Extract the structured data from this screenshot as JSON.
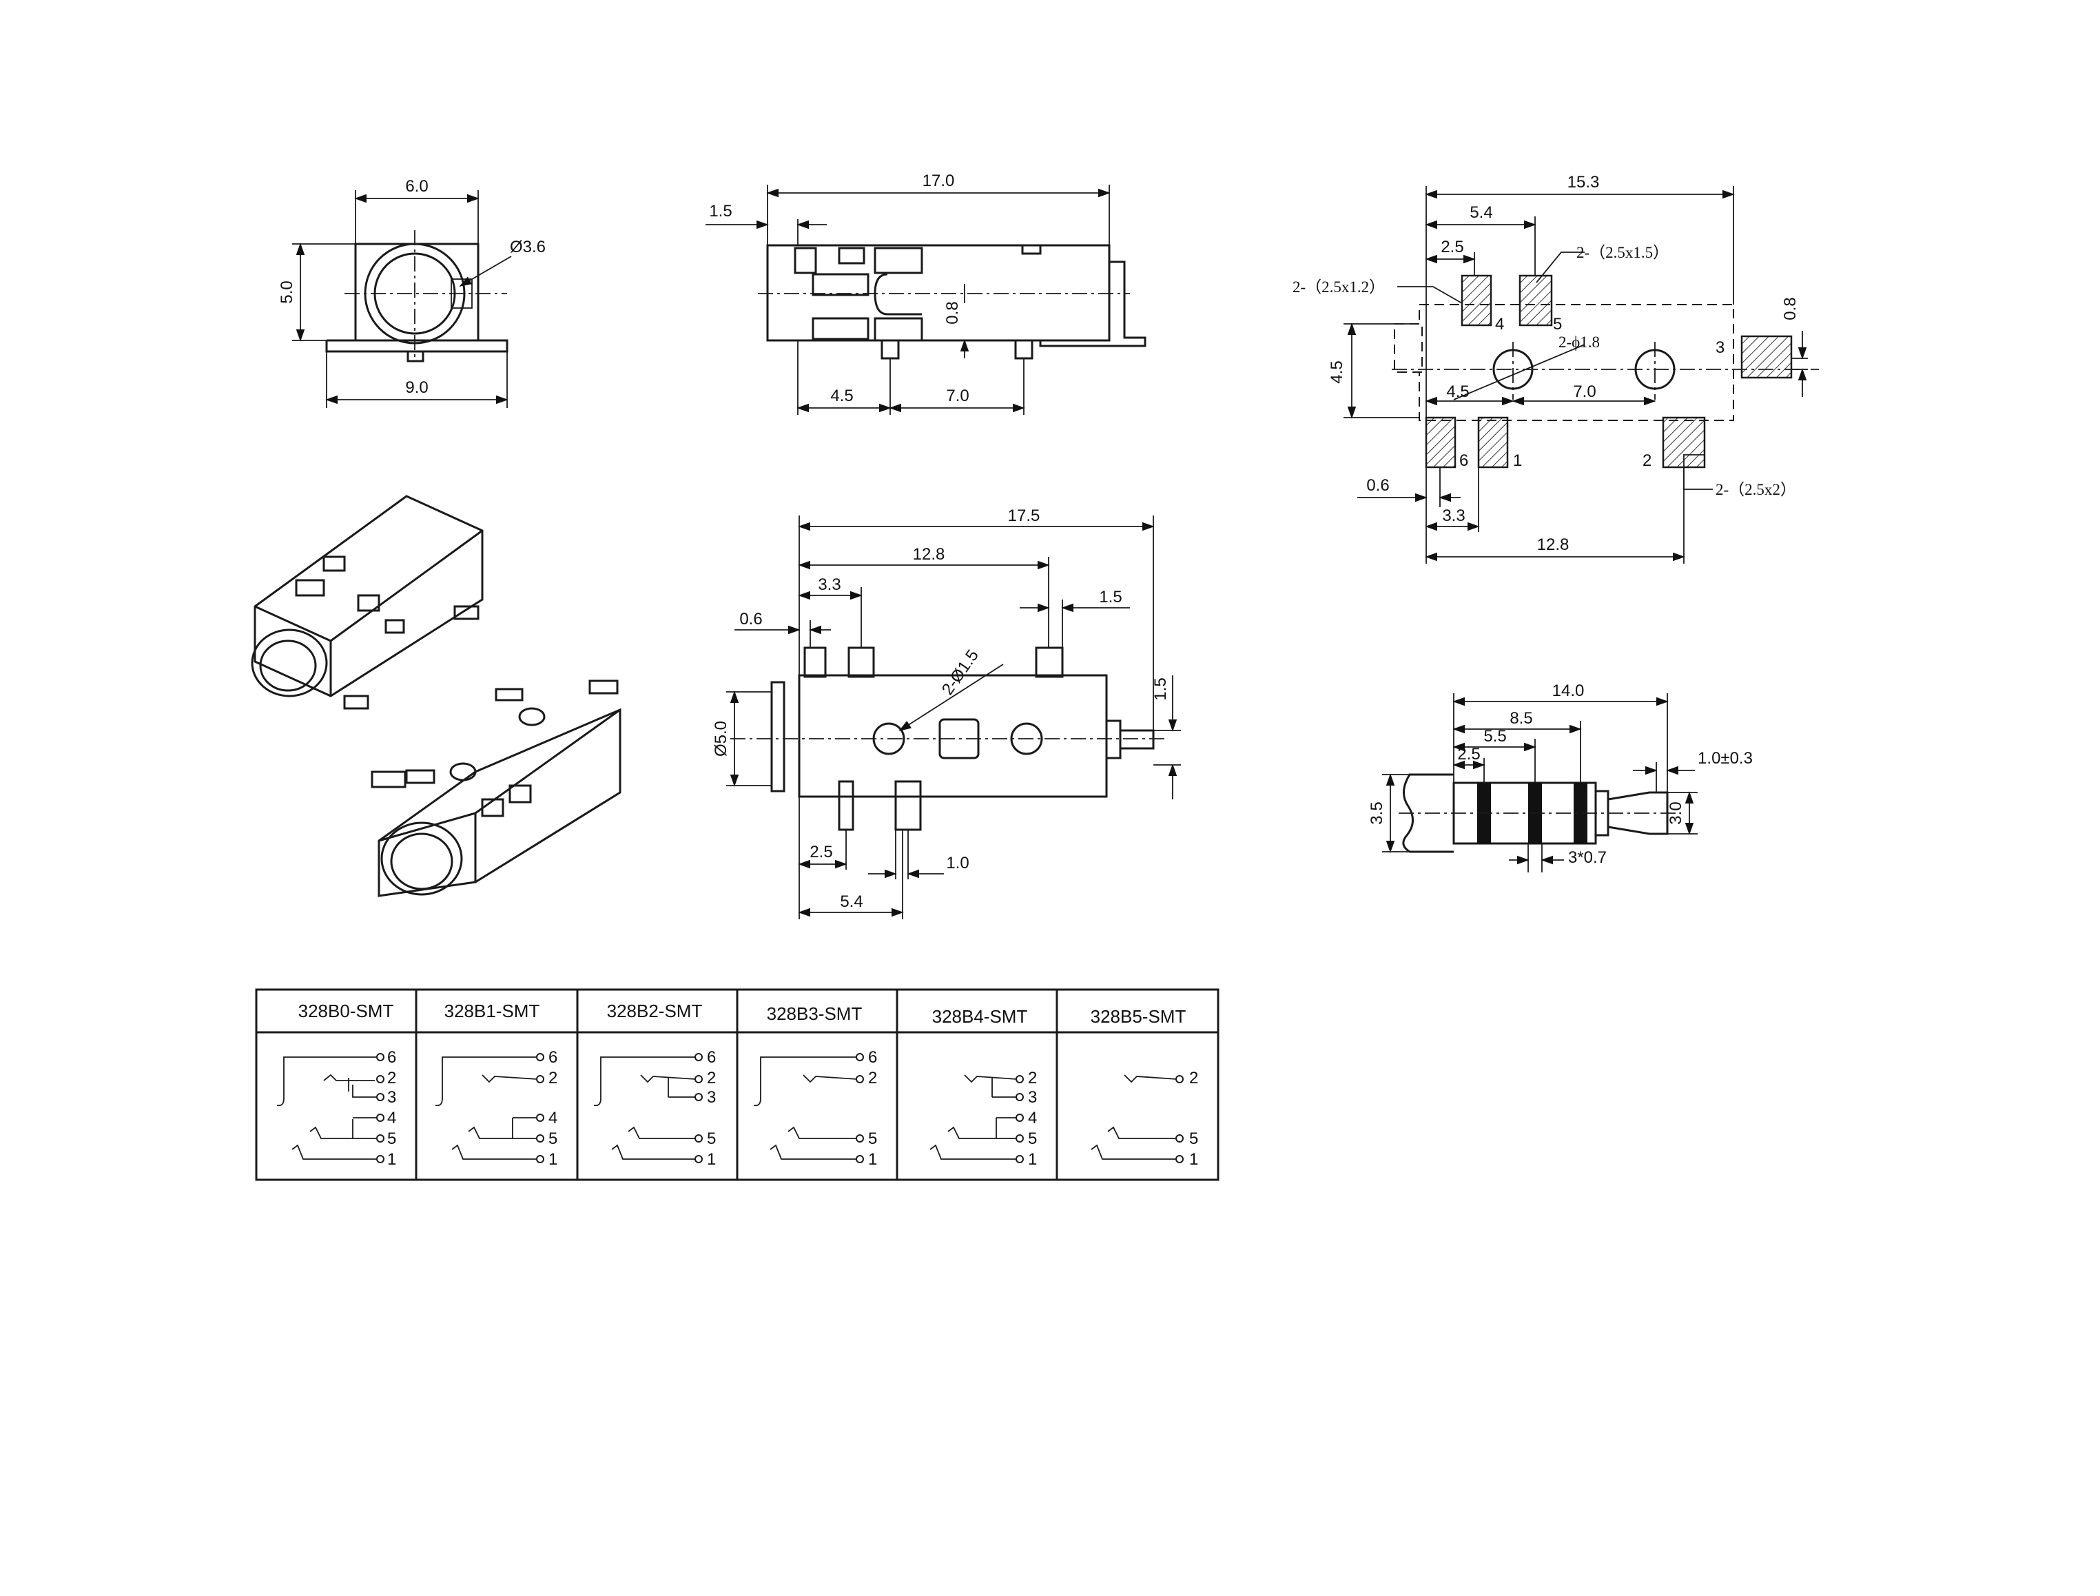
{
  "front_view": {
    "dims": {
      "width_top": "6.0",
      "hole_dia": "Ø3.6",
      "height": "5.0",
      "width_bottom": "9.0"
    }
  },
  "side_view": {
    "dims": {
      "overall": "17.0",
      "left_offset": "1.5",
      "pin_height": "0.8",
      "pin_a": "4.5",
      "pin_b": "7.0"
    }
  },
  "footprint": {
    "dims": {
      "overall": "15.3",
      "pad_span": "5.4",
      "pad_w": "2.5",
      "height": "4.5",
      "pad_offset": "0.8",
      "hole_a": "4.5",
      "hole_b": "7.0",
      "edge": "0.6",
      "pitch": "3.3",
      "bottom_span": "12.8"
    },
    "notes": {
      "pad_small": "2-（2.5x1.2）",
      "pad_med": "2-（2.5x1.5）",
      "pad_large": "2-（2.5x2）",
      "holes": "2-ϕ1.8"
    },
    "pins": [
      "4",
      "5",
      "3",
      "6",
      "1",
      "2"
    ]
  },
  "bottom_view": {
    "dims": {
      "overall": "17.5",
      "span": "12.8",
      "slot": "3.3",
      "edge": "0.6",
      "pin_offset": "1.5",
      "body_dia": "Ø5.0",
      "pin_h": "1.5",
      "pin_a": "2.5",
      "pin_b": "1.0",
      "pin_c": "5.4",
      "holes": "2-Ø1.5"
    }
  },
  "plug": {
    "dims": {
      "length": "14.0",
      "ring3": "8.5",
      "ring2": "5.5",
      "ring1": "2.5",
      "tip": "1.0±0.3",
      "dia": "3.5",
      "tip_dia": "3.0",
      "bands": "3*0.7"
    }
  },
  "variants": {
    "headers": [
      "328B0-SMT",
      "328B1-SMT",
      "328B2-SMT",
      "328B3-SMT",
      "328B4-SMT",
      "328B5-SMT"
    ],
    "pins": [
      [
        "6",
        "2",
        "3",
        "4",
        "5",
        "1"
      ],
      [
        "6",
        "2",
        "4",
        "5",
        "1"
      ],
      [
        "6",
        "2",
        "3",
        "5",
        "1"
      ],
      [
        "6",
        "2",
        "5",
        "1"
      ],
      [
        "2",
        "3",
        "4",
        "5",
        "1"
      ],
      [
        "2",
        "5",
        "1"
      ]
    ]
  }
}
